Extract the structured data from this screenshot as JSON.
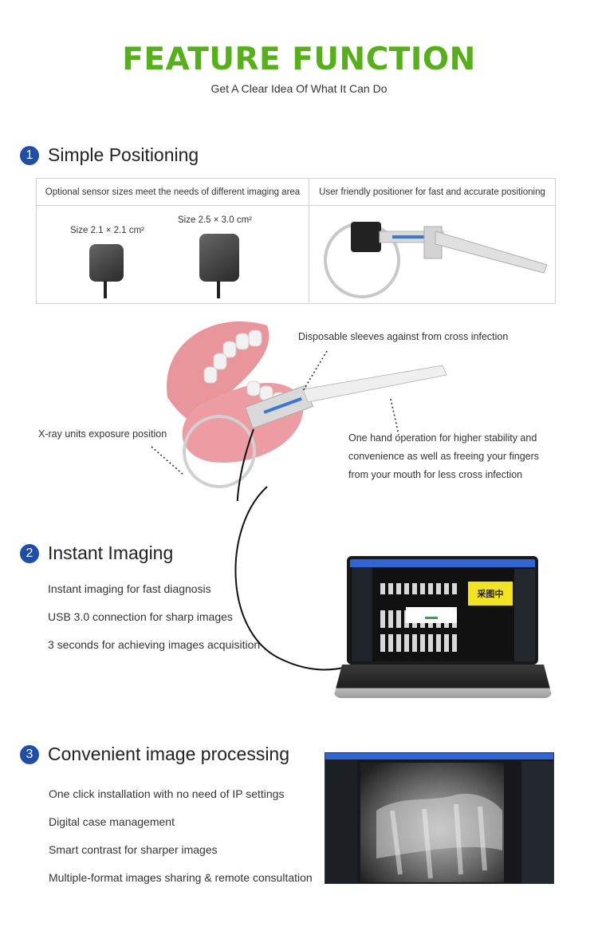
{
  "header": {
    "title": "FEATURE FUNCTION",
    "subtitle": "Get A Clear Idea Of What It Can Do"
  },
  "section1": {
    "number": "1",
    "title": "Simple Positioning",
    "table": {
      "left_header": "Optional sensor sizes meet the needs of different imaging area",
      "right_header": "User friendly positioner for fast and accurate positioning",
      "size_small": "Size  2.1 × 2.1 cm²",
      "size_large": "Size  2.5 × 3.0 cm²"
    },
    "callouts": {
      "sleeves": "Disposable sleeves against from cross infection",
      "exposure": "X-ray units exposure position",
      "one_hand_1": "One hand operation for higher stability and",
      "one_hand_2": "convenience as well as freeing your fingers",
      "one_hand_3": "from your mouth for less cross infection"
    }
  },
  "section2": {
    "number": "2",
    "title": "Instant Imaging",
    "items": [
      "Instant imaging for fast diagnosis",
      "USB 3.0 connection for sharp images",
      "3 seconds for achieving images acquisition"
    ],
    "screen_badge": "采图中"
  },
  "section3": {
    "number": "3",
    "title": "Convenient image processing",
    "items": [
      "One click installation with no need of IP settings",
      "Digital case management",
      "Smart contrast for sharper images",
      "Multiple-format images sharing & remote consultation"
    ]
  },
  "colors": {
    "title_green": "#56b01a",
    "number_blue": "#1f4ea8",
    "software_blue": "#2e66d6",
    "badge_yellow": "#f4e41d"
  }
}
